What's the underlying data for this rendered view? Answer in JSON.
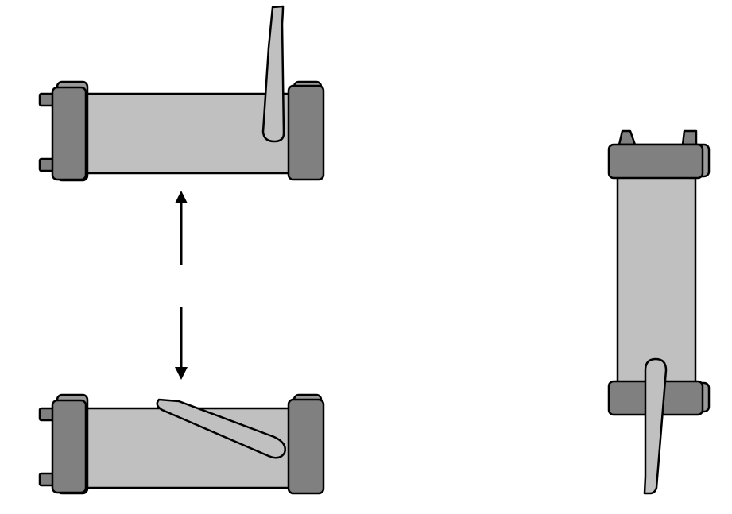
{
  "colors": {
    "background": "#ffffff",
    "outline": "#000000",
    "body_fill": "#c0c0c0",
    "cap_fill": "#808080",
    "cap_highlight": "#9a9a9a",
    "handle_fill": "#c0c0c0"
  },
  "views": [
    {
      "id": "handle-up",
      "orientation": "horizontal",
      "handle_position": "upright-carry"
    },
    {
      "id": "handle-tilted",
      "orientation": "horizontal",
      "handle_position": "folded-down"
    },
    {
      "id": "handle-stand",
      "orientation": "vertical",
      "handle_position": "extended-stand"
    }
  ],
  "arrows": [
    {
      "id": "arrow-up",
      "direction": "up"
    },
    {
      "id": "arrow-down",
      "direction": "down"
    }
  ]
}
